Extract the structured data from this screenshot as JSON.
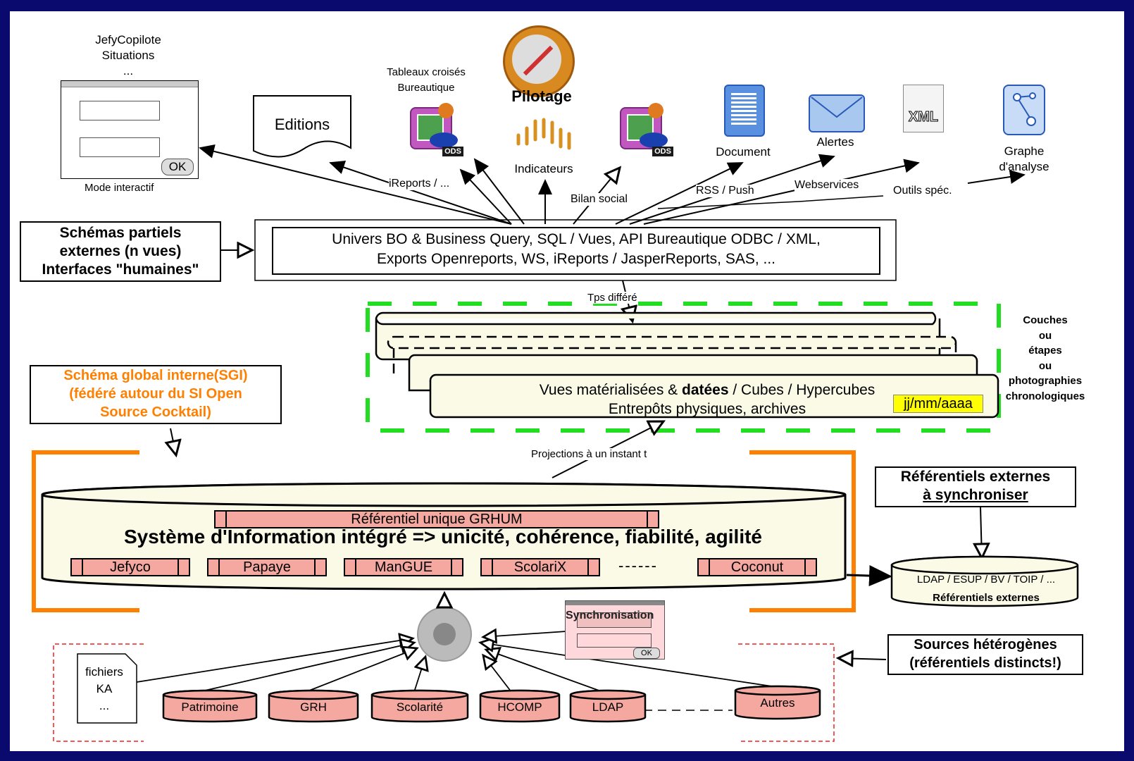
{
  "window_top": {
    "label_line1": "JefyCopilote",
    "label_line2": "Situations",
    "label_line3": "...",
    "ok": "OK",
    "caption": "Mode interactif"
  },
  "editions": "Editions",
  "tableaux": {
    "line1": "Tableaux croisés",
    "line2": "Bureautique",
    "ods": "ODS"
  },
  "pilotage": {
    "title": "Pilotage",
    "indicateurs": "Indicateurs"
  },
  "ods2": "ODS",
  "document": "Document",
  "alertes": "Alertes",
  "xml": "XML",
  "graphe": {
    "line1": "Graphe",
    "line2": "d'analyse"
  },
  "arrow_labels": {
    "ireports": "iReports / ...",
    "bilan": "Bilan social",
    "rss": "RSS / Push",
    "webservices": "Webservices",
    "outils": "Outils spéc."
  },
  "schemas_partiels": {
    "line1": "Schémas partiels",
    "line2": "externes (n vues)",
    "line3": "Interfaces \"humaines\""
  },
  "univers": {
    "line1": "Univers BO & Business Query, SQL / Vues, API Bureautique ODBC / XML,",
    "line2": "Exports Openreports, WS, iReports / JasperReports, SAS, ..."
  },
  "tps_differe": "Tps différé",
  "couches": {
    "line1": "Couches",
    "line2": "ou",
    "line3": "étapes",
    "line4": "ou",
    "line5": "photographies",
    "line6": "chronologiques"
  },
  "vues": {
    "line1a": "Vues matérialisées & ",
    "line1b": "datées",
    "line1c": " / Cubes / Hypercubes",
    "line2": "Entrepôts physiques, archives",
    "date": "jj/mm/aaaa"
  },
  "sgi": {
    "line1": "Schéma global interne(SGI)",
    "line2": "(fédéré autour du SI Open",
    "line3": "Source Cocktail)"
  },
  "projections": "Projections à un instant t",
  "referentiel_unique": "Référentiel unique GRHUM",
  "si_integre": "Système d'Information intégré  => unicité, cohérence, fiabilité, agilité",
  "modules": [
    "Jefyco",
    "Papaye",
    "ManGUE",
    "ScolariX",
    "Coconut"
  ],
  "dashes": "------",
  "ref_externes": {
    "line1": "Référentiels externes",
    "line2": "à synchroniser"
  },
  "ldap_cyl": {
    "line1": "LDAP / ESUP / BV / TOIP / ...",
    "line2": "Référentiels externes"
  },
  "synchronisation": {
    "title": "Synchronisation",
    "ok": "OK"
  },
  "sources": {
    "line1": "Sources hétérogènes",
    "line2": "(référentiels distincts!)"
  },
  "fichiers": {
    "line1": "fichiers",
    "line2": "KA",
    "line3": "..."
  },
  "source_dbs": [
    "Patrimoine",
    "GRH",
    "Scolarité",
    "HCOMP",
    "LDAP",
    "Autres"
  ],
  "colors": {
    "orange": "#ff7f00",
    "green": "#22dd22",
    "pink": "#f4a8a0",
    "cream": "#fafae6",
    "yellow": "#ffff00"
  }
}
